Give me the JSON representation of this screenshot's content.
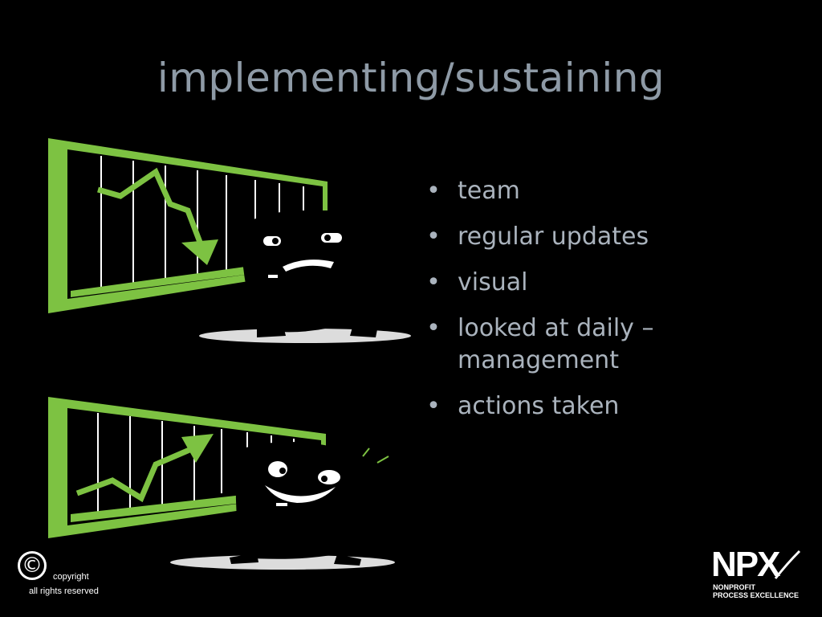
{
  "slide": {
    "title": "implementing/sustaining",
    "bullets": [
      "team",
      "regular updates",
      "visual",
      "looked at daily – management",
      "actions taken"
    ],
    "bullet_glyph": "•"
  },
  "illustrations": [
    {
      "name": "declining-chart-sad-character",
      "trend": "down",
      "mood": "sad"
    },
    {
      "name": "rising-chart-happy-character",
      "trend": "up",
      "mood": "happy"
    }
  ],
  "footer": {
    "copyright_symbol": "©",
    "copyright_word": "copyright",
    "rights_text": "all rights reserved"
  },
  "logo": {
    "letters": "NPX",
    "line1": "NONPROFIT",
    "line2": "PROCESS EXCELLENCE"
  },
  "colors": {
    "background": "#000000",
    "title": "#8e9aa6",
    "bullets": "#aab3bd",
    "chart_green": "#7dc242"
  }
}
